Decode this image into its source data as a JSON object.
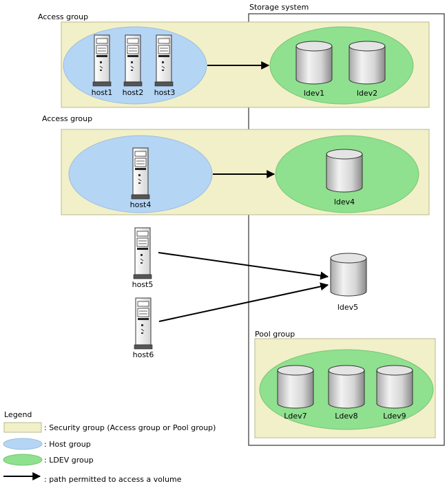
{
  "storage_system_label": "Storage system",
  "access_group_label": "Access group",
  "pool_group_label": "Pool group",
  "hosts": {
    "host1": "host1",
    "host2": "host2",
    "host3": "host3",
    "host4": "host4",
    "host5": "host5",
    "host6": "host6"
  },
  "volumes": {
    "ldev1": "ldev1",
    "ldev2": "ldev2",
    "ldev4": "ldev4",
    "ldev5": "ldev5",
    "ldev7": "Ldev7",
    "ldev8": "Ldev8",
    "ldev9": "Ldev9"
  },
  "legend": {
    "title": "Legend",
    "security_group": ": Security group (Access group or Pool group)",
    "host_group": ": Host group",
    "ldev_group": ": LDEV group",
    "path": ": path permitted to access a volume"
  },
  "colors": {
    "security_group": "#f2f0c8",
    "host_group": "#b5d5f5",
    "ldev_group": "#8fe08f"
  }
}
